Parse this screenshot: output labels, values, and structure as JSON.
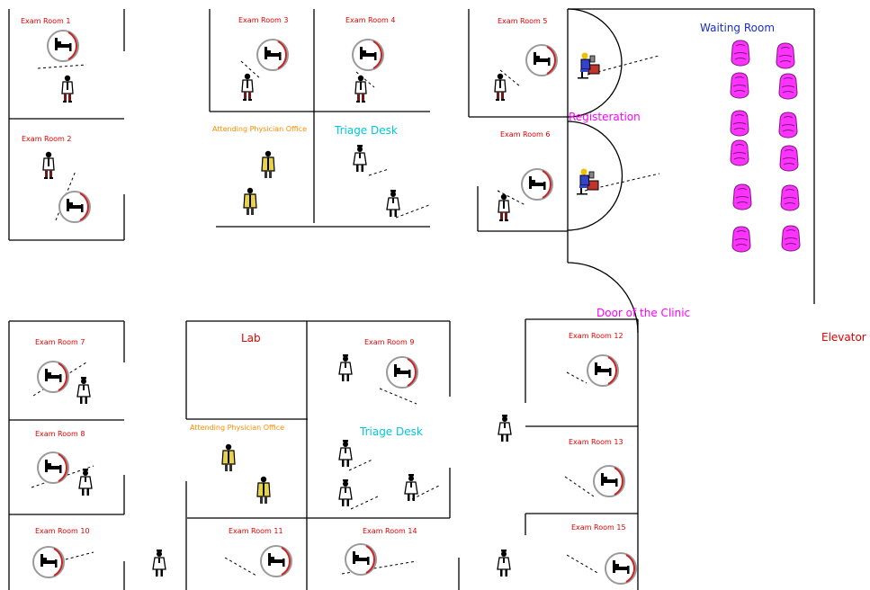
{
  "colors": {
    "exam_label": "#e00000",
    "office_label": "#ff8c00",
    "triage_label": "#00c8e0",
    "lab_label": "#e00000",
    "waiting_label": "#1a2fc8",
    "registration_label": "#ff00ff",
    "door_label": "#ff00ff",
    "elevator_label": "#e00000",
    "chair": "#ff33ff",
    "wall": "#000000"
  },
  "labels": {
    "exam_room_1": "Exam Room 1",
    "exam_room_2": "Exam Room 2",
    "exam_room_3": "Exam Room 3",
    "exam_room_4": "Exam Room 4",
    "exam_room_5": "Exam Room 5",
    "exam_room_6": "Exam Room 6",
    "exam_room_7": "Exam Room 7",
    "exam_room_8": "Exam Room 8",
    "exam_room_9": "Exam Room 9",
    "exam_room_10": "Exam Room 10",
    "exam_room_11": "Exam Room 11",
    "exam_room_12": "Exam Room 12",
    "exam_room_13": "Exam Room 13",
    "exam_room_14": "Exam Room 14",
    "exam_room_15": "Exam Room 15",
    "office_top": "Attending Physician Office",
    "office_bottom": "Attending Physician Office",
    "triage_top": "Triage Desk",
    "triage_bottom": "Triage Desk",
    "lab": "Lab",
    "waiting_room": "Waiting Room",
    "registration": "Registeration",
    "door": "Door of the Clinic",
    "elevator": "Elevator"
  },
  "icons": {
    "bed": "hospital-bed-icon",
    "doctor": "doctor-icon",
    "nurse": "nurse-icon",
    "physician": "attending-physician-icon",
    "receptionist": "receptionist-icon",
    "chair": "waiting-chair-icon"
  }
}
